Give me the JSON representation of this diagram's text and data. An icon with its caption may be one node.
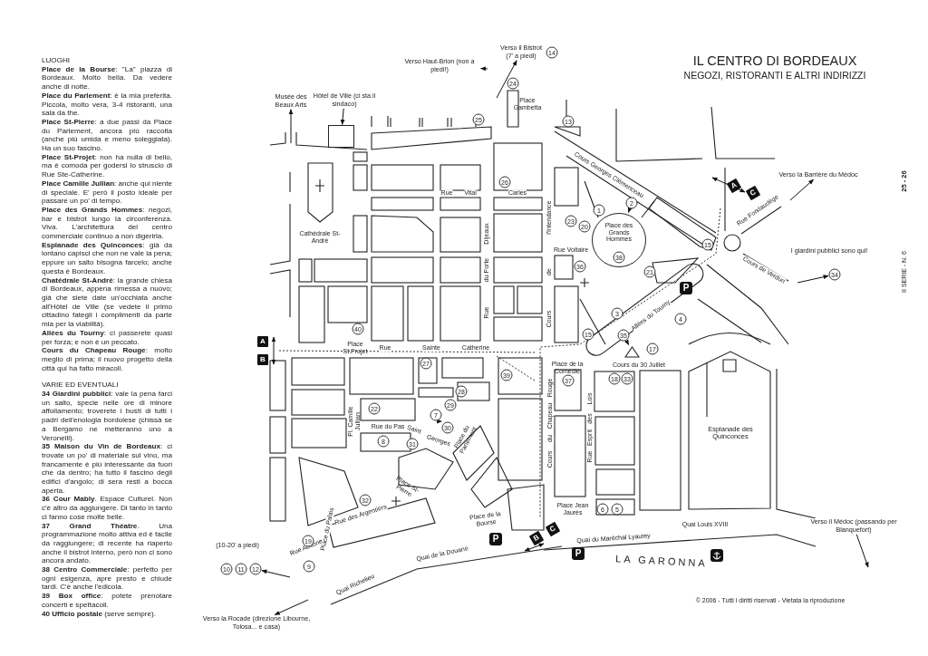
{
  "diagram": {
    "title": "IL CENTRO DI BORDEAUX",
    "nodes": [
      {
        "text": [
          "Musée des Beaux Arts"
        ]
      },
      {
        "text": [
          "Hôtel de Ville (ci sta il sindaco)"
        ]
      },
      {
        "text": [],
        "shape": "box"
      },
      {
        "text": [
          "Verso Haut-Brion (non a piedi!)"
        ]
      },
      {
        "text": [
          "Verso il Bistrot (7' a piedi)"
        ]
      },
      {
        "text": [
          "14"
        ]
      },
      {
        "text": [
          "Verso la Barrière du Médoc"
        ]
      },
      {
        "text": [
          "I giardini pubblici sono qui!"
        ]
      },
      {
        "text": [
          "34"
        ]
      },
      {
        "text": [
          "Verso il Médoc (passando per Blanquefort)"
        ]
      },
      {
        "text": [
          "(10-20' a piedi)"
        ]
      },
      {
        "text": [
          "10"
        ]
      },
      {
        "text": [
          "11"
        ]
      },
      {
        "text": [
          "12"
        ]
      },
      {
        "text": [
          "Verso la Rocade (direzione Libourne, Tolosa... e casa)"
        ]
      },
      {
        "text": [
          "2"
        ]
      },
      {
        "text": [
          "7"
        ]
      },
      {
        "text": [
          "30"
        ]
      },
      {
        "text": [
          "35"
        ]
      },
      {
        "text": [],
        "shape": "triangle"
      },
      {
        "text": [
          "Place des Grands Hommes"
        ]
      },
      {
        "text": [
          "24"
        ]
      },
      {
        "text": [
          "25"
        ]
      },
      {
        "text": [
          "13"
        ]
      },
      {
        "text": [
          "26"
        ]
      },
      {
        "text": [
          "23"
        ]
      },
      {
        "text": [
          "1"
        ]
      },
      {
        "text": [
          "20"
        ]
      },
      {
        "text": [
          "38"
        ],
        "in": 20
      },
      {
        "text": [
          "36"
        ]
      },
      {
        "text": [
          "21"
        ]
      },
      {
        "text": [
          "15"
        ]
      },
      {
        "text": [
          "3"
        ]
      },
      {
        "text": [
          "4"
        ]
      },
      {
        "text": [
          "17"
        ]
      },
      {
        "text": [
          "15"
        ]
      },
      {
        "text": [
          "40"
        ]
      },
      {
        "text": [
          "27"
        ]
      },
      {
        "text": [
          "39"
        ]
      },
      {
        "text": [
          "28"
        ]
      },
      {
        "text": [
          "29"
        ]
      },
      {
        "text": [
          "22"
        ]
      },
      {
        "text": [
          "8"
        ]
      },
      {
        "text": [
          "31"
        ]
      },
      {
        "text": [
          "32"
        ]
      },
      {
        "text": [
          "19"
        ]
      },
      {
        "text": [
          "9"
        ]
      },
      {
        "text": [
          "37"
        ]
      },
      {
        "text": [
          "18"
        ]
      },
      {
        "text": [
          "33"
        ]
      },
      {
        "text": [
          "6"
        ]
      },
      {
        "text": [
          "5"
        ]
      }
    ],
    "edges": [
      {
        "from": null,
        "to": 0,
        "arrow": "to"
      },
      {
        "from": 1,
        "to": 2,
        "arrow": "to"
      },
      {
        "from": null,
        "to": 3,
        "arrow": "to"
      },
      {
        "from": null,
        "to": 4,
        "arrow": "to"
      },
      {
        "from": null,
        "to": 6,
        "arrow": "to"
      },
      {
        "from": null,
        "to": 8,
        "arrow": "to"
      },
      {
        "from": 9,
        "to": null,
        "arrow": "to"
      },
      {
        "from": null,
        "to": 13,
        "arrow": "to"
      },
      {
        "from": null,
        "to": 14,
        "arrow": "to"
      },
      {
        "from": 15,
        "to": 20,
        "arrow": "to"
      },
      {
        "from": 16,
        "to": 17,
        "arrow": "to"
      },
      {
        "from": 18,
        "to": 19,
        "arrow": "to"
      }
    ],
    "labels": [
      "NEGOZI, RISTORANTI E ALTRI INDIRIZZI",
      "LUOGHI",
      "**Place de la Bourse**: \"La\" piazza di Bordeaux. Molto bella. Da vedere anche di notte.",
      "**Place du Parlement**: è la mia preferita. Piccola, molto vera, 3-4 ristoranti, una sala da the.",
      "**Place St-Pierre**: a due passi da Place du Parlement, ancora più raccolta (anche più umida e meno soleggiata). Ha un suo fascino.",
      "**Place St-Projet**: non ha nulla di bello, ma è comoda per godersi lo struscio di Rue Ste-Catherine.",
      "**Place Camille Jullian**: anche qui niente di speciale. E' però il posto ideale per passare un po' di tempo.",
      "**Place des Grands Hommes**: negozi, bar e bistrot lungo la circonferenza. Viva. L'architettura del centro commerciale continuo a non digerirla.",
      "**Esplanade des Quinconces**: già da lontano capisci che non ne vale la pena; eppure un salto bisogna farcelo; anche questa è Bordeaux.",
      "**Chatédrale St-André**: la grande chiesa di Bordeaux, appena rimessa a nuovo; già che siete date un'occhiata anche all'Hôtel de Ville (se vedete il primo cittadino fategli i complimenti da parte mia per la viabilità).",
      "**Allées du Tourny**: ci passerete quasi per forza; e non è un peccato.",
      "**Cours du Chapeau Rouge**: molto meglio di prima; il nuovo progetto della città qui ha fatto miracoli.",
      "VARIE ED EVENTUALI",
      "**34 Giardini pubblici**: vale la pena farci un salto, specie nelle ore di minore affollamento; troverete i busti di tutti i padri dell'enologia bordolese (chissà se a Bergamo ne metteranno uno a Veronelli).",
      "**35 Maison du Vin de Bordeaux**: ci trovate un po' di materiale sul vino, ma francamente è più interessante da fuori che da dentro; ha tutto il fascino degli edifici d'angolo; di sera resti a bocca aperta.",
      "**36 Cour Mably**. Espace Culturel. Non c'è altro da aggiungere. Di tanto in tanto ci fanno cose molte belle.",
      "**37 Grand Théatre**. Una programmazione molto attiva ed è facile da raggiungere; di recente ha riaperto anche il bistrot interno, però non ci sono ancora andato.",
      "**38 Centro Commerciale**: perfetto per ogni esigenza, apre presto e chiude tardi. C'è anche l'edicola.",
      "**39 Box office**: potete prenotare concerti e spettacoli.",
      "**40 Ufficio postale** (serve sempre).",
      "II SERIE - N. 6",
      "25 - 26",
      "A",
      "B",
      "A",
      "C",
      "B",
      "C",
      "P",
      "P",
      "P",
      "Cathédrale St-André",
      "Place Gambetta",
      "Rue",
      "Vital",
      "Carles",
      "Dijeaux",
      "du Porte",
      "Rue",
      "l'Intendance",
      "de",
      "Cours",
      "Rue Voltaire",
      "Cours Georges Clémenceau",
      "Rue Fondaudège",
      "Cours de Verdun",
      "Allées du Tourny",
      "Place St.Projet",
      "Rue",
      "Sainte",
      "Catherine",
      "Place de la Comédie",
      "Cours du 30 Juillet",
      "Rouge",
      "Chapeau",
      "du",
      "Cours",
      "Lois",
      "des",
      "Esprit",
      "Rue",
      "Esplanade des Quinconces",
      "Pl. Camille Jullian",
      "Rue du Pas",
      "Saint",
      "Georges",
      "Place du Parlement",
      "Place St-Pierre",
      "Rue des Argentiers",
      "Place du Palais",
      "Rue Ausone",
      "Quai Richelieu",
      "Quai de la Douane",
      "Place de la Bourse",
      "Place Jean Jaurès",
      "Quai du Maréchal Lyautey",
      "Quai Louis XVIII",
      "LA GARONNA",
      "© 2006 - Tutti i diritti riservati - Vietata la riproduzione"
    ]
  }
}
